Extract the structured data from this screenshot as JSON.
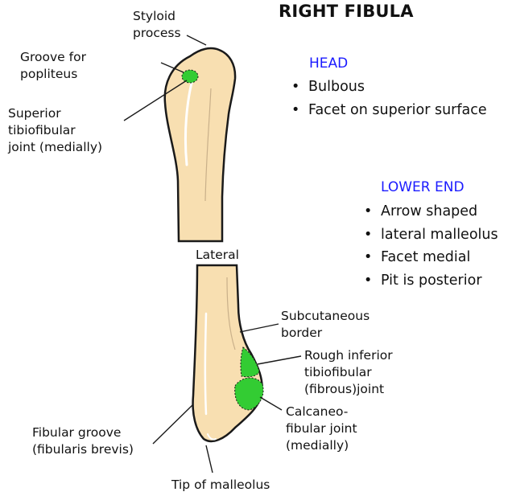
{
  "title": "RIGHT FIBULA",
  "sections": {
    "head": {
      "heading": "HEAD",
      "bullets": [
        "Bulbous",
        "Facet on superior surface"
      ]
    },
    "lower_end": {
      "heading": "LOWER END",
      "bullets": [
        "Arrow shaped",
        "lateral malleolus",
        "Facet medial",
        "Pit is posterior"
      ]
    }
  },
  "labels": {
    "styloid_process": [
      "Styloid",
      "process"
    ],
    "groove_popliteus": [
      "Groove for",
      "popliteus"
    ],
    "superior_joint": [
      "Superior",
      "tibiofibular",
      "joint (medially)"
    ],
    "lateral": "Lateral",
    "subcutaneous_border": [
      "Subcutaneous",
      "border"
    ],
    "rough_inferior": [
      "Rough inferior",
      "tibiofibular",
      "(fibrous)joint"
    ],
    "calcaneofibular": [
      "Calcaneo-",
      "fibular joint",
      "(medially)"
    ],
    "fibular_groove": [
      "Fibular groove",
      "(fibularis brevis)"
    ],
    "tip_malleolus": "Tip of malleolus"
  },
  "colors": {
    "bone_fill": "#f8dfb1",
    "bone_outline": "#1a1a1a",
    "facet_green": "#33cc33",
    "heading_blue": "#1a1aff"
  }
}
